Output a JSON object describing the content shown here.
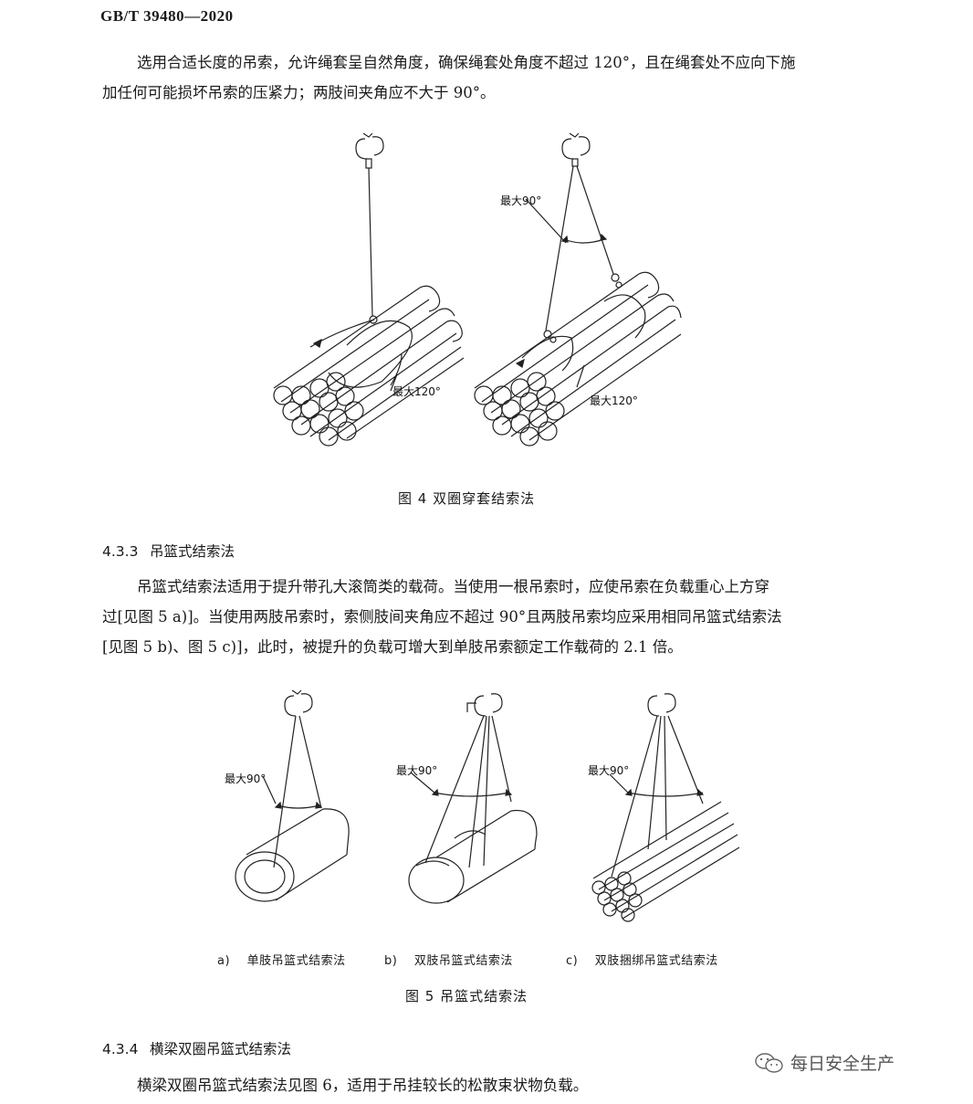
{
  "header": {
    "standard_no": "GB/T 39480—2020"
  },
  "para1": [
    "选用合适长度的吊索，允许绳套呈自然角度，确保绳套处角度不超过 120°，且在绳套处不应向下施",
    "加任何可能损坏吊索的压紧力；两肢间夹角应不大于 90°。"
  ],
  "figure4": {
    "caption": "图 4    双圈穿套结索法",
    "labels": {
      "max120": "最大120°",
      "max90": "最大90°"
    }
  },
  "section_433": {
    "number": "4.3.3",
    "title": "吊篮式结索法",
    "lines": [
      "吊篮式结索法适用于提升带孔大滚筒类的载荷。当使用一根吊索时，应使吊索在负载重心上方穿",
      "过[见图 5 a)]。当使用两肢吊索时，索侧肢间夹角应不超过 90°且两肢吊索均应采用相同吊篮式结索法",
      "[见图 5 b)、图 5 c)]，此时，被提升的负载可增大到单肢吊索额定工作载荷的 2.1 倍。"
    ]
  },
  "figure5": {
    "caption": "图 5    吊篮式结索法",
    "label_max90": "最大90°",
    "subcaptions": [
      {
        "letter": "a)",
        "text": "单肢吊篮式结索法"
      },
      {
        "letter": "b)",
        "text": "双肢吊篮式结索法"
      },
      {
        "letter": "c)",
        "text": "双肢捆绑吊篮式结索法"
      }
    ]
  },
  "section_434": {
    "number": "4.3.4",
    "title": "横梁双圈吊篮式结索法",
    "line": "横梁双圈吊篮式结索法见图 6，适用于吊挂较长的松散束状物负载。"
  },
  "watermark": {
    "text": "每日安全生产"
  }
}
